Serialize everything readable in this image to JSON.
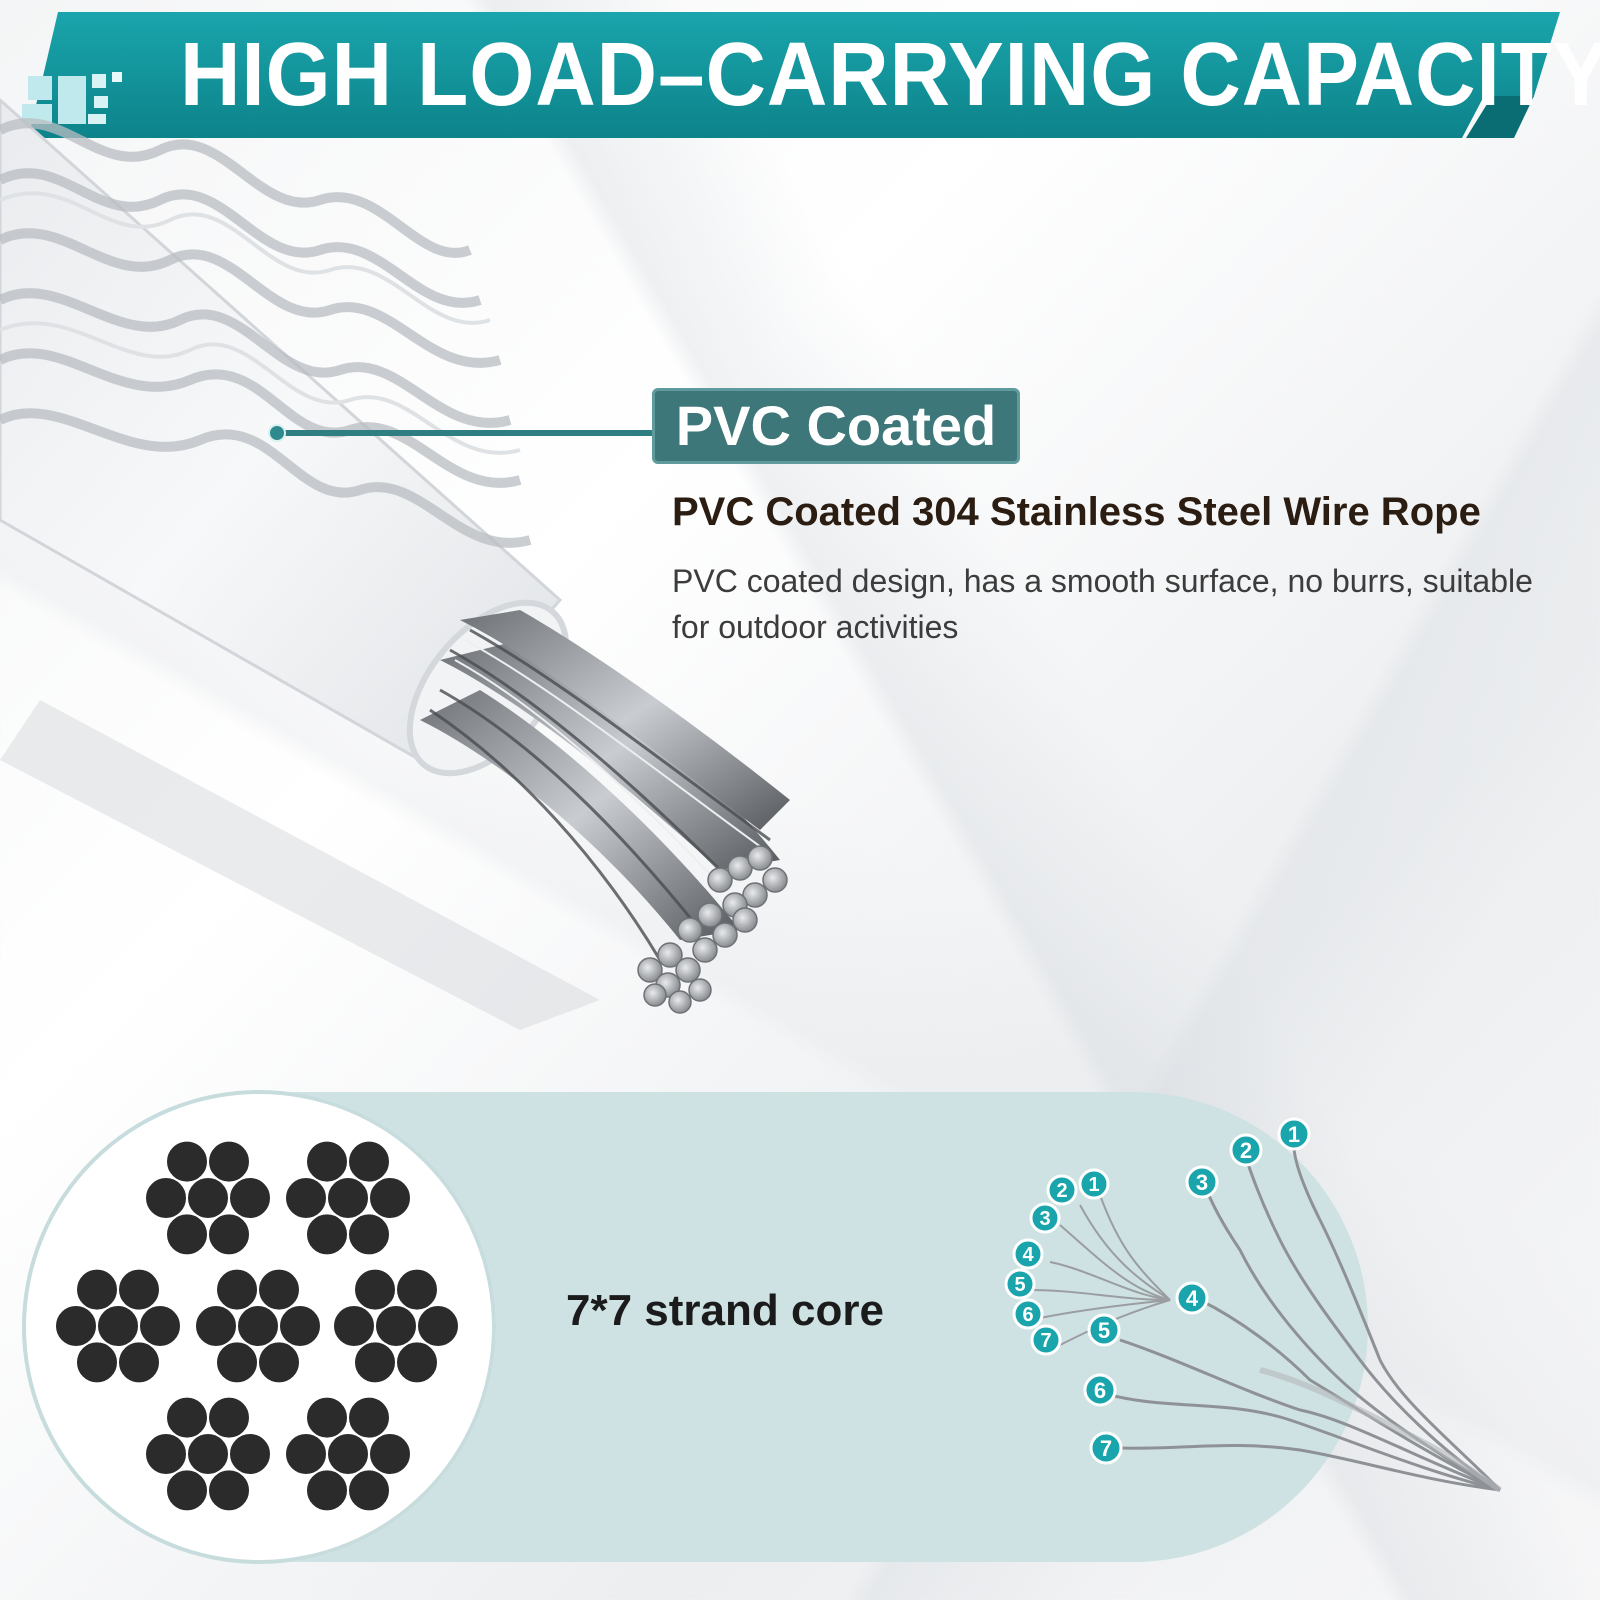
{
  "header": {
    "title": "HIGH LOAD–CARRYING CAPACITY",
    "brand_color": "#179ba3",
    "accent_color": "#0f7f86"
  },
  "callout": {
    "badge_label": "PVC Coated",
    "title": "PVC Coated 304 Stainless Steel Wire Rope",
    "description": "PVC coated design, has a smooth surface, no burrs, suitable for outdoor activities"
  },
  "core": {
    "label": "7*7 strand core"
  },
  "strand_markers": {
    "left_group": [
      "1",
      "2",
      "3",
      "4",
      "5",
      "6",
      "7"
    ],
    "right_group": [
      "1",
      "2",
      "3",
      "4",
      "5",
      "6",
      "7"
    ]
  },
  "icons": [
    "banner-pixel-icon",
    "cable-illustration",
    "strand-cross-section-icon",
    "unwound-strands-illustration"
  ]
}
